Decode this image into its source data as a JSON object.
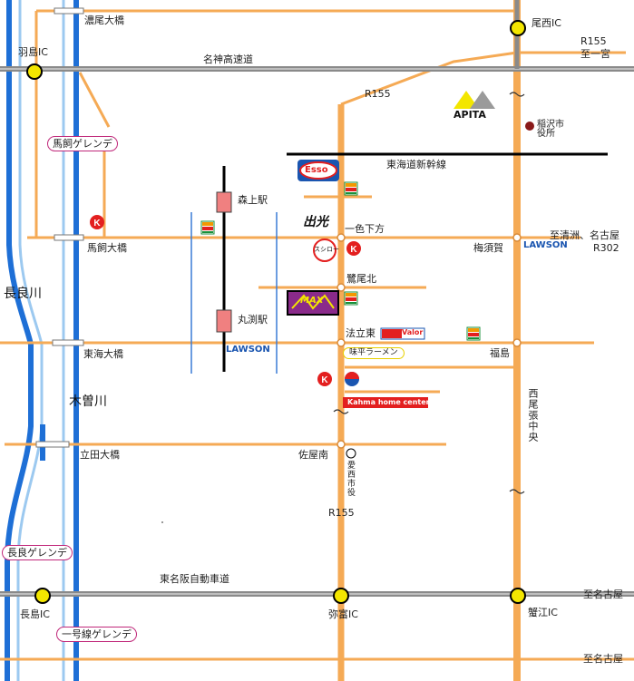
{
  "colors": {
    "road": "#f5aa55",
    "expressway": "#8a8a8a",
    "river": "#1e6fd6",
    "river_light": "#9cc9f0",
    "rail": "#000000",
    "ic_marker": "#f3e600",
    "station": "#f08080",
    "lawson": "#1a55b0",
    "circle_k": "#e31f1f",
    "pill_border": "#c0287a"
  },
  "labels": {
    "noo_ohashi": "濃尾大橋",
    "hashima_ic": "羽島IC",
    "meishin": "名神高速道",
    "bisai_ic": "尾西IC",
    "r155_top": "R155",
    "to_ichinomiya": "至一宮",
    "r155_upper": "R155",
    "umakai_pill": "馬飼ゲレンデ",
    "inazawa_city": "稲沢市役所",
    "tokaido_shinkansen": "東海道新幹線",
    "morikami_station": "森上駅",
    "isshiki": "一色下方",
    "umakai_ohashi": "馬飼大橋",
    "umesuga": "梅須賀",
    "to_kiyosu": "至清洲、名古屋",
    "r302": "R302",
    "nagara_river": "長良川",
    "sagio_kita": "鷺尾北",
    "marubuchi_station": "丸渕駅",
    "hotachi_higashi": "法立東",
    "tokai_ohashi": "東海大橋",
    "fukushima": "福島",
    "ajihei": "味平ラーメン",
    "kiso_river": "木曽川",
    "seibi_chuo": "西尾張中央",
    "tatsuta_ohashi": "立田大橋",
    "saya_minami": "佐屋南",
    "aisai_city": "愛西市役",
    "r155_lower": "R155",
    "nagara_pill": "長良ゲレンデ",
    "tomei_hanshin": "東名阪自動車道",
    "to_nagoya_1": "至名古屋",
    "nagashima_ic": "長島IC",
    "yatomi_ic": "弥富IC",
    "kanie_ic": "蟹江IC",
    "ichigosen_pill": "一号線ゲレンデ",
    "to_nagoya_2": "至名古屋"
  },
  "landmarks": {
    "apita": "APITA",
    "esso": "Esso",
    "sushiro": "スシロー",
    "lawson_1": "LAWSON",
    "lawson_2": "LAWSON",
    "max": "MAX",
    "valor": "Valor",
    "kahma": "Kahma home center",
    "izumi": "出光"
  },
  "icons": [
    "circle-k-icon",
    "seven-eleven-icon",
    "yellow-ic-marker",
    "station-marker",
    "town-hall-icon",
    "post-mark-icon"
  ]
}
